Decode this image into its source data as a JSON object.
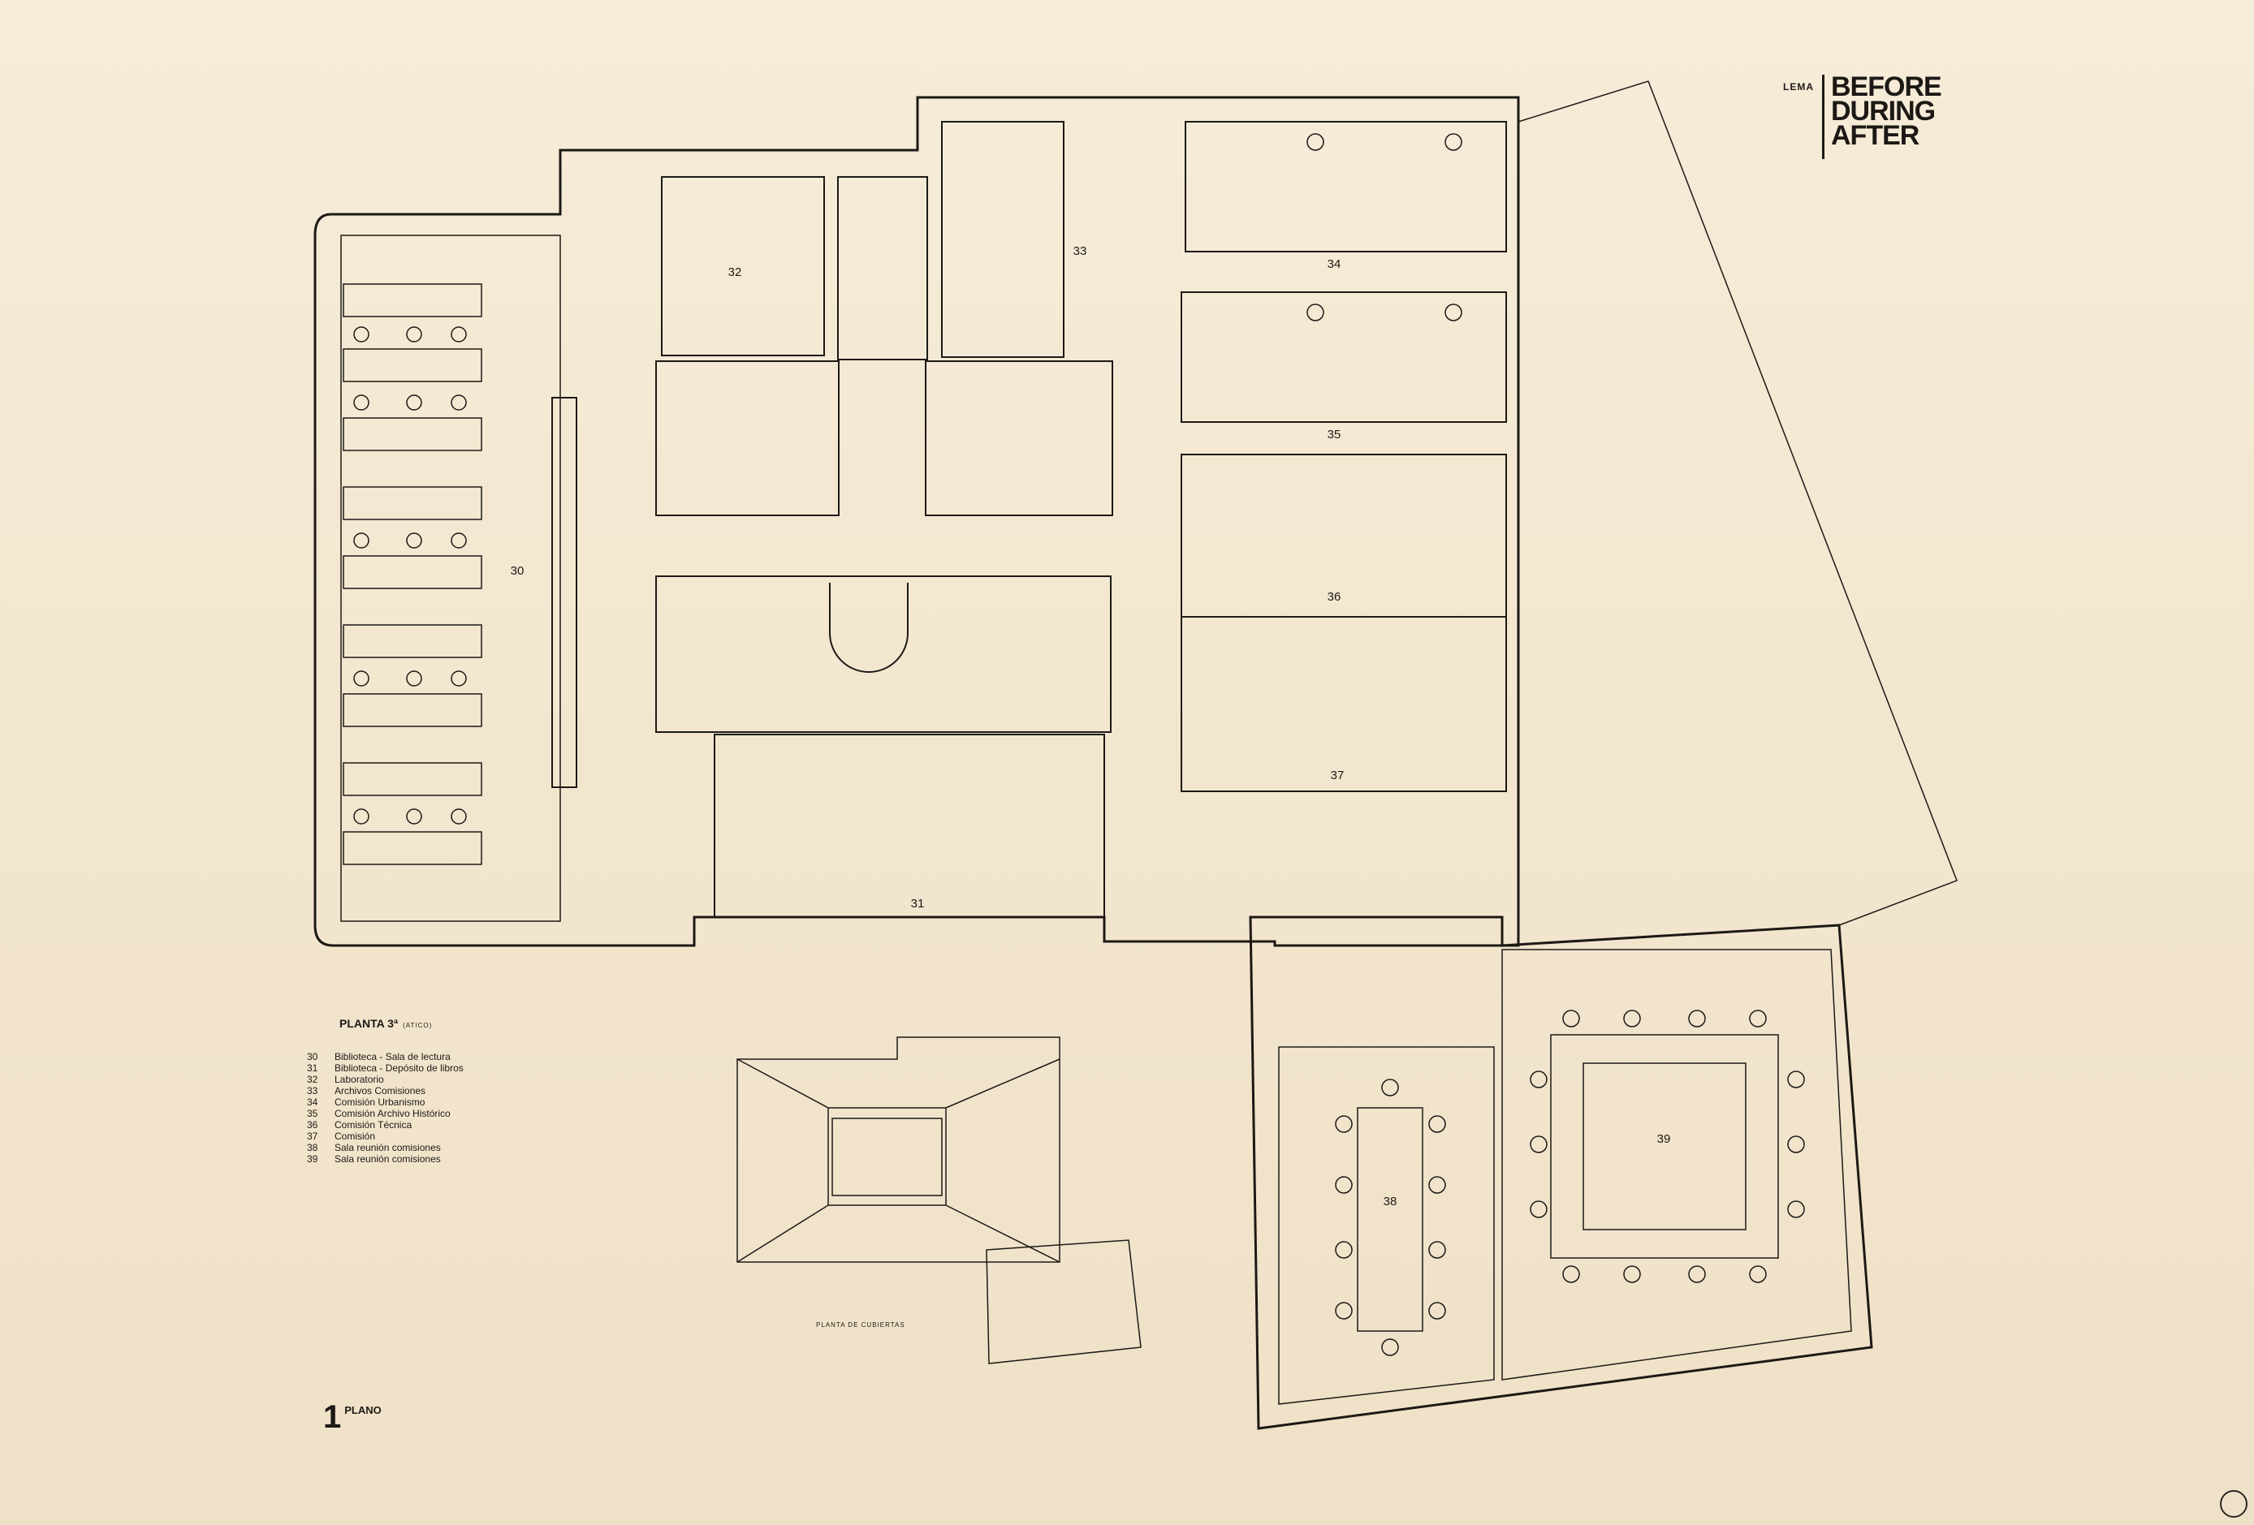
{
  "logo": {
    "small": "LEMA",
    "words": [
      "BEFORE",
      "DURING",
      "AFTER"
    ]
  },
  "rooms": [
    "30",
    "31",
    "32",
    "33",
    "34",
    "35",
    "36",
    "37",
    "38",
    "39"
  ],
  "legend": {
    "title": "PLANTA 3ª",
    "subtitle": "(ATICO)",
    "items": [
      {
        "num": "30",
        "label": "Biblioteca - Sala de lectura"
      },
      {
        "num": "31",
        "label": "Biblioteca - Depósito de libros"
      },
      {
        "num": "32",
        "label": "Laboratorio"
      },
      {
        "num": "33",
        "label": "Archivos Comisiones"
      },
      {
        "num": "34",
        "label": "Comisión Urbanismo"
      },
      {
        "num": "35",
        "label": "Comisión Archivo Histórico"
      },
      {
        "num": "36",
        "label": "Comisión Técnica"
      },
      {
        "num": "37",
        "label": "Comisión"
      },
      {
        "num": "38",
        "label": "Sala reunión comisiones"
      },
      {
        "num": "39",
        "label": "Sala reunión comisiones"
      }
    ]
  },
  "roof_caption": "PLANTA DE CUBIERTAS",
  "plano": {
    "number": "1",
    "word": "PLANO"
  },
  "colors": {
    "paper": "#f3e8d3",
    "ink": "#1c1915"
  }
}
